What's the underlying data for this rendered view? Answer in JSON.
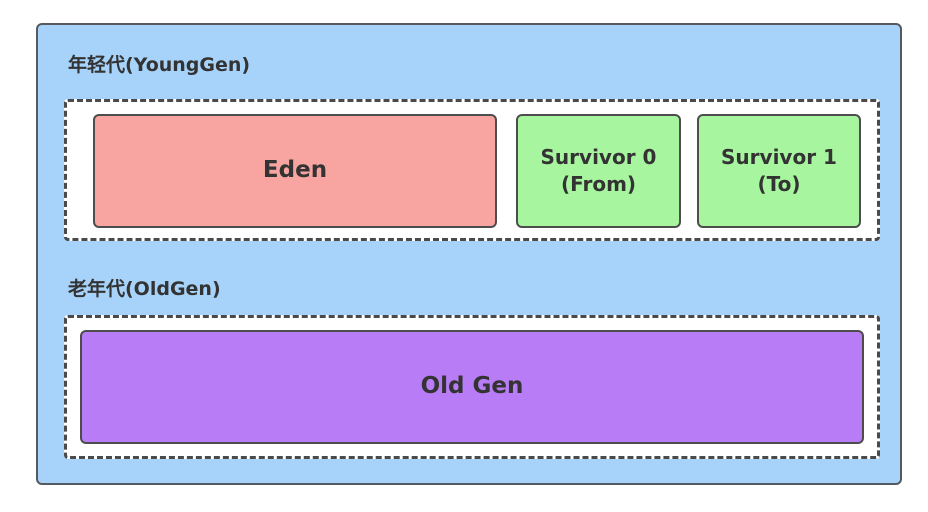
{
  "young_gen": {
    "label": "年轻代(YoungGen)",
    "eden": {
      "label": "Eden",
      "color": "#f8a4a0"
    },
    "survivor0": {
      "line1": "Survivor 0",
      "line2": "(From)",
      "color": "#a8f5a0"
    },
    "survivor1": {
      "line1": "Survivor 1",
      "line2": "(To)",
      "color": "#a8f5a0"
    }
  },
  "old_gen": {
    "label": "老年代(OldGen)",
    "block": {
      "label": "Old Gen",
      "color": "#b97cf7"
    }
  },
  "colors": {
    "heap_background": "#a7d3fb",
    "region_background": "#ffffff",
    "border": "#4d4d4d"
  }
}
